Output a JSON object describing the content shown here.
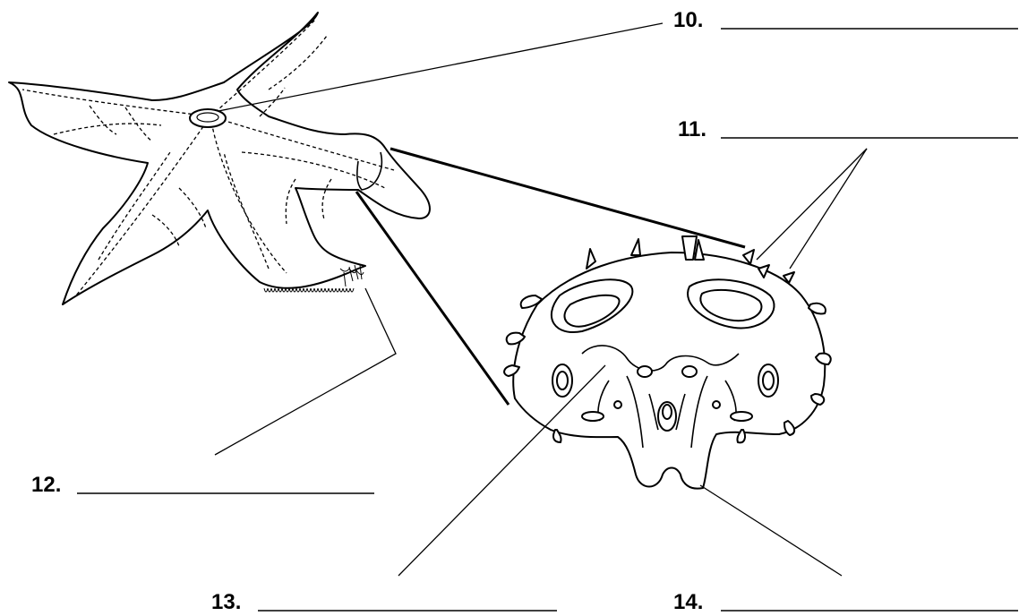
{
  "labels": [
    {
      "id": "10",
      "text": "10."
    },
    {
      "id": "11",
      "text": "11."
    },
    {
      "id": "12",
      "text": "12."
    },
    {
      "id": "13",
      "text": "13."
    },
    {
      "id": "14",
      "text": "14."
    }
  ]
}
